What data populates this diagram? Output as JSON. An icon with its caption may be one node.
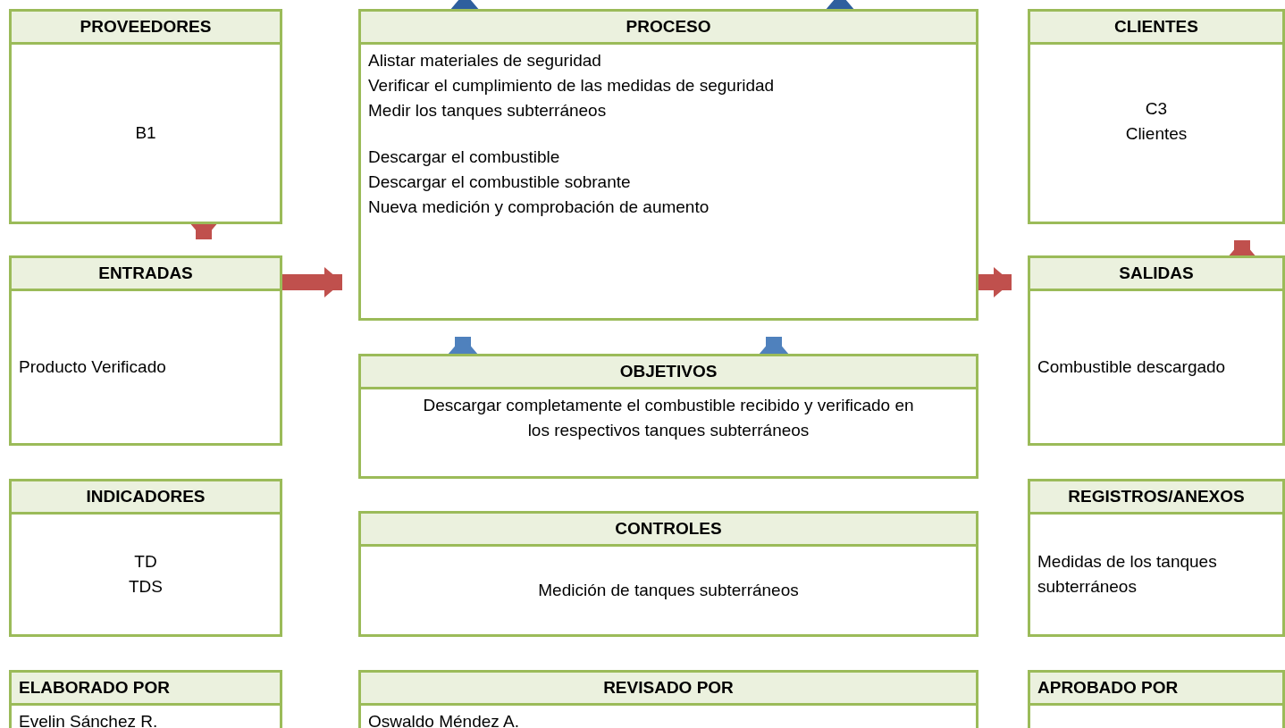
{
  "diagram": {
    "nodes": [
      {
        "text": [
          "PROVEEDORES",
          "B1"
        ]
      },
      {
        "text": [
          "PROCESO",
          "Alistar materiales de seguridad",
          "Verificar el cumplimiento de las medidas de seguridad",
          "Medir los tanques subterráneos",
          "Descargar el combustible",
          "Descargar el combustible sobrante",
          "Nueva medición y comprobación de aumento"
        ]
      },
      {
        "text": [
          "CLIENTES",
          "C3",
          "Clientes"
        ]
      },
      {
        "text": [
          "ENTRADAS",
          "Producto Verificado"
        ]
      },
      {
        "text": [
          "SALIDAS",
          "Combustible descargado"
        ]
      },
      {
        "text": [
          "OBJETIVOS",
          "Descargar completamente el combustible recibido y verificado en los respectivos tanques subterráneos"
        ]
      },
      {
        "text": [
          "INDICADORES",
          "TD",
          "TDS"
        ]
      },
      {
        "text": [
          "CONTROLES",
          "Medición de tanques subterráneos"
        ]
      },
      {
        "text": [
          "REGISTROS/ANEXOS",
          "Medidas de los tanques subterráneos"
        ]
      },
      {
        "text": [
          "ELABORADO POR",
          "Evelin Sánchez R."
        ]
      },
      {
        "text": [
          "REVISADO POR",
          "Oswaldo Méndez A."
        ]
      },
      {
        "text": [
          "APROBADO POR"
        ]
      }
    ],
    "edges": [
      {
        "from": null,
        "to": 1,
        "arrow": "to",
        "color": "#2e5f9e"
      },
      {
        "from": null,
        "to": 1,
        "arrow": "to",
        "color": "#2e5f9e"
      },
      {
        "from": 0,
        "to": 3,
        "arrow": "to",
        "color": "#c0504d"
      },
      {
        "from": 3,
        "to": 1,
        "arrow": "to",
        "color": "#c0504d"
      },
      {
        "from": 1,
        "to": 4,
        "arrow": "to",
        "color": "#c0504d"
      },
      {
        "from": 4,
        "to": 2,
        "arrow": "to",
        "color": "#c0504d"
      },
      {
        "from": 5,
        "to": 1,
        "arrow": "to",
        "color": "#4f81bd"
      },
      {
        "from": 5,
        "to": 1,
        "arrow": "to",
        "color": "#4f81bd"
      }
    ]
  }
}
